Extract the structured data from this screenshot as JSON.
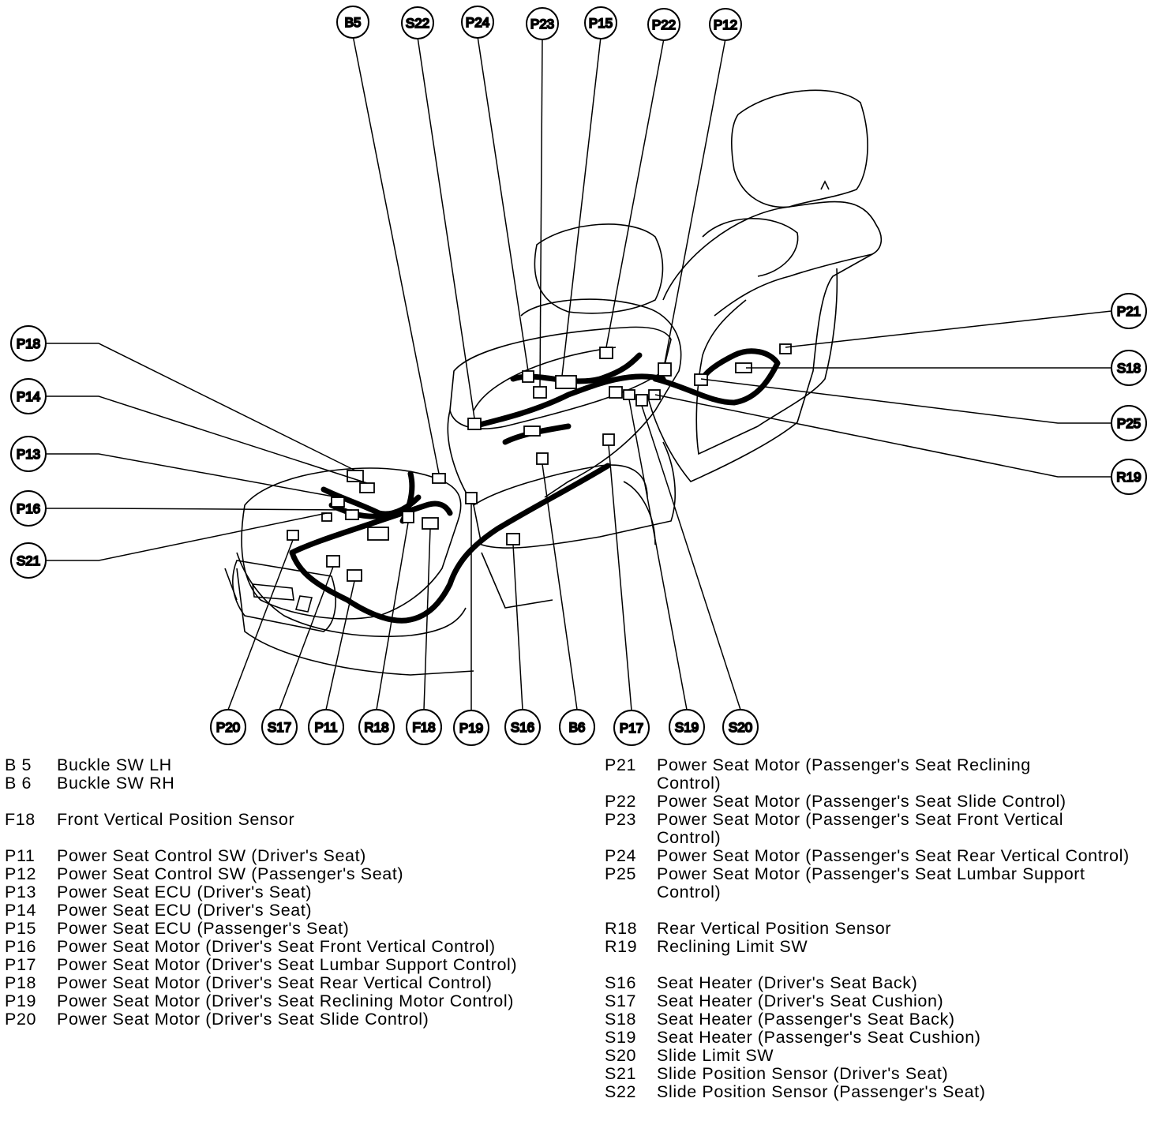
{
  "callouts": {
    "top": [
      "B5",
      "S22",
      "P24",
      "P23",
      "P15",
      "P22",
      "P12"
    ],
    "left": [
      "P18",
      "P14",
      "P13",
      "P16",
      "S21"
    ],
    "right": [
      "P21",
      "S18",
      "P25",
      "R19"
    ],
    "bottom": [
      "P20",
      "S17",
      "P11",
      "R18",
      "F18",
      "P19",
      "S16",
      "B6",
      "P17",
      "S19",
      "S20"
    ]
  },
  "legend": {
    "left": [
      {
        "code": "B 5",
        "desc": "Buckle SW LH"
      },
      {
        "code": "B 6",
        "desc": "Buckle SW RH"
      },
      {
        "code": "F18",
        "desc": "Front Vertical Position Sensor"
      },
      {
        "code": "P11",
        "desc": "Power Seat Control SW (Driver's Seat)"
      },
      {
        "code": "P12",
        "desc": "Power Seat Control SW (Passenger's Seat)"
      },
      {
        "code": "P13",
        "desc": "Power Seat ECU (Driver's Seat)"
      },
      {
        "code": "P14",
        "desc": "Power Seat ECU (Driver's Seat)"
      },
      {
        "code": "P15",
        "desc": "Power Seat ECU (Passenger's Seat)"
      },
      {
        "code": "P16",
        "desc": "Power Seat Motor (Driver's Seat Front Vertical Control)"
      },
      {
        "code": "P17",
        "desc": "Power Seat Motor (Driver's Seat Lumbar Support Control)"
      },
      {
        "code": "P18",
        "desc": "Power Seat Motor (Driver's Seat Rear Vertical Control)"
      },
      {
        "code": "P19",
        "desc": "Power Seat Motor (Driver's Seat Reclining Motor Control)"
      },
      {
        "code": "P20",
        "desc": "Power Seat Motor (Driver's Seat Slide Control)"
      }
    ],
    "right": [
      {
        "code": "P21",
        "desc": "Power Seat Motor (Passenger's Seat Reclining Control)"
      },
      {
        "code": "P22",
        "desc": "Power Seat Motor (Passenger's Seat Slide Control)"
      },
      {
        "code": "P23",
        "desc": "Power Seat Motor (Passenger's Seat Front Vertical Control)"
      },
      {
        "code": "P24",
        "desc": "Power Seat Motor (Passenger's Seat Rear Vertical Control)"
      },
      {
        "code": "P25",
        "desc": "Power Seat Motor (Passenger's Seat Lumbar Support Control)"
      },
      {
        "code": "R18",
        "desc": "Rear Vertical Position Sensor"
      },
      {
        "code": "R19",
        "desc": "Reclining Limit SW"
      },
      {
        "code": "S16",
        "desc": "Seat Heater (Driver's Seat Back)"
      },
      {
        "code": "S17",
        "desc": "Seat Heater (Driver's Seat Cushion)"
      },
      {
        "code": "S18",
        "desc": "Seat Heater (Passenger's Seat Back)"
      },
      {
        "code": "S19",
        "desc": "Seat Heater (Passenger's Seat Cushion)"
      },
      {
        "code": "S20",
        "desc": "Slide Limit SW"
      },
      {
        "code": "S21",
        "desc": "Slide Position Sensor (Driver's Seat)"
      },
      {
        "code": "S22",
        "desc": "Slide Position Sensor (Passenger's Seat)"
      }
    ]
  }
}
